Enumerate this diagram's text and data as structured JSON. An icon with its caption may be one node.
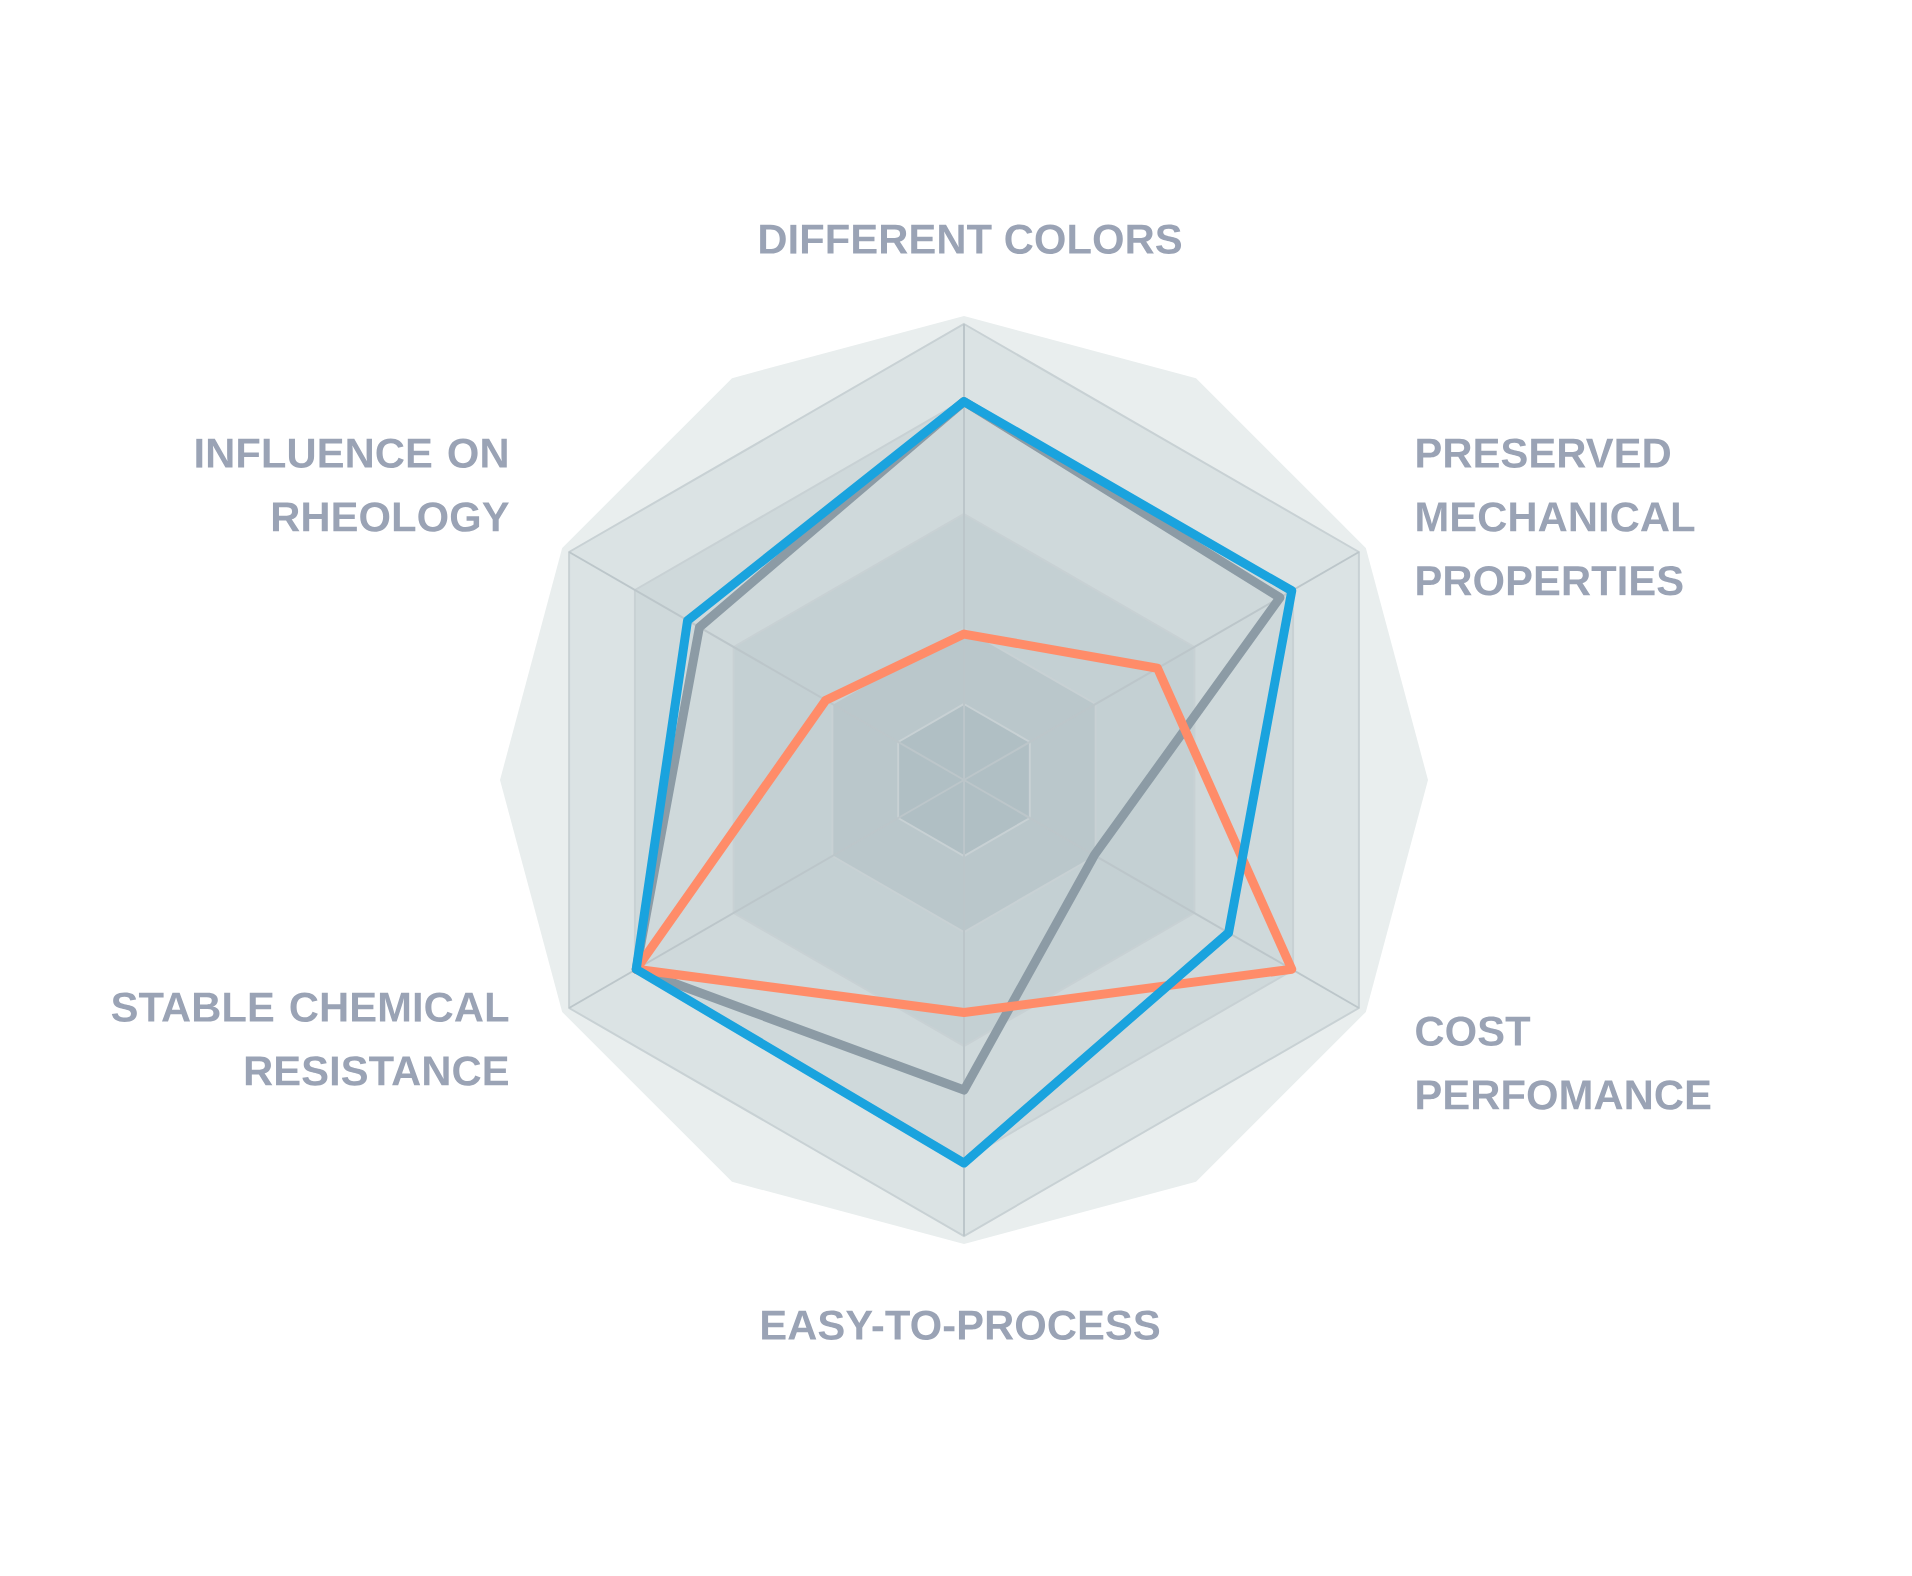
{
  "diagram": {
    "labels": [
      "DIFFERENT COLORS",
      "PRESERVED MECHANICAL PROPERTIES",
      "COST PERFOMANCE",
      "EASY-TO-PROCESS",
      "STABLE CHEMICAL RESISTANCE",
      "INFLUENCE ON RHEOLOGY"
    ]
  }
}
